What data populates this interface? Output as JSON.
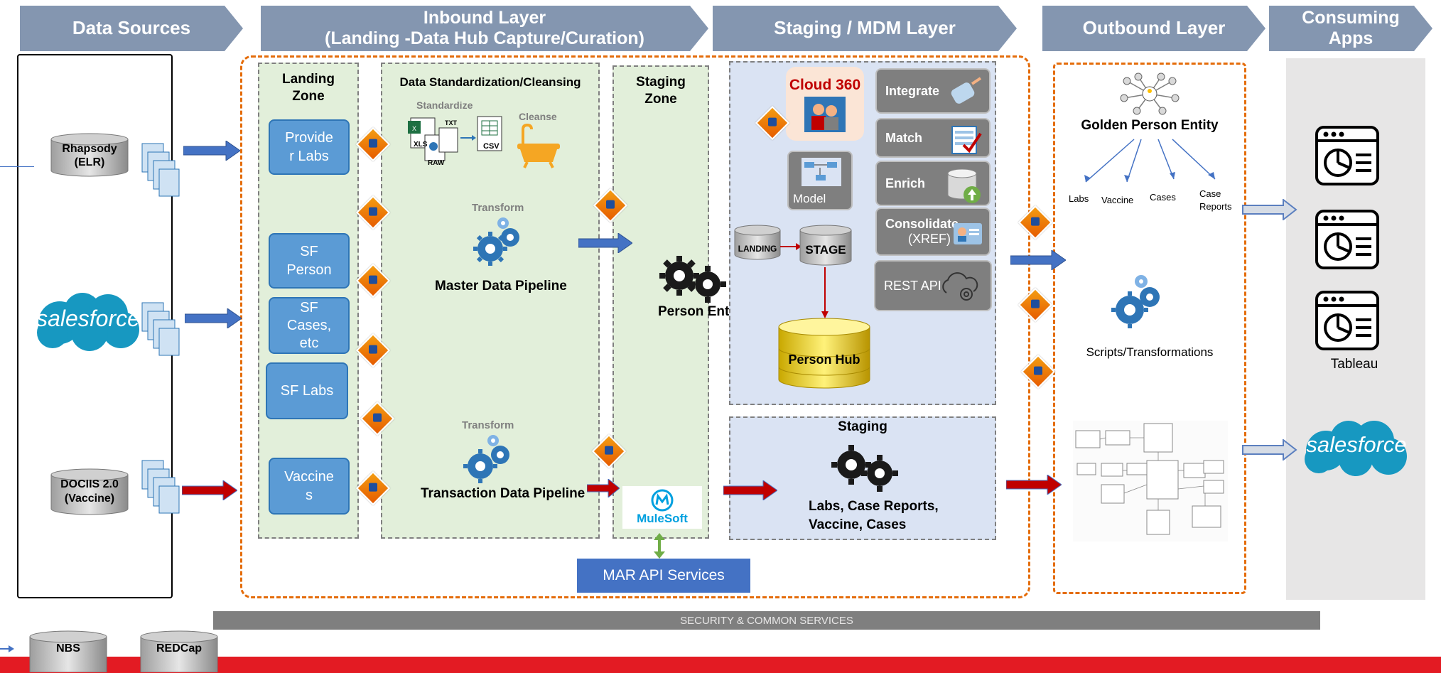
{
  "headers": {
    "data_sources": "Data Sources",
    "inbound_line1": "Inbound Layer",
    "inbound_line2": "(Landing -Data Hub Capture/Curation)",
    "staging_mdm": "Staging / MDM Layer",
    "outbound": "Outbound Layer",
    "consuming_line1": "Consuming",
    "consuming_line2": "Apps"
  },
  "sources": {
    "rhapsody_line1": "Rhapsody",
    "rhapsody_line2": "(ELR)",
    "salesforce": "salesforce",
    "dociis_line1": "DOCIIS 2.0",
    "dociis_line2": "(Vaccine)",
    "nbs": "NBS",
    "redcap": "REDCap"
  },
  "landing_zone": {
    "title_line1": "Landing",
    "title_line2": "Zone",
    "items": [
      "Provide\nr Labs",
      "SF\nPerson",
      "SF\nCases,\netc",
      "SF Labs",
      "Vaccine\ns"
    ]
  },
  "standardization": {
    "title": "Data Standardization/Cleansing",
    "standardize": "Standardize",
    "cleanse": "Cleanse",
    "file_xls": "XLS",
    "file_txt": "TXT",
    "file_raw": "RAW",
    "file_csv": "CSV",
    "transform1": "Transform",
    "master_pipeline": "Master Data Pipeline",
    "transform2": "Transform",
    "transaction_pipeline": "Transaction Data Pipeline"
  },
  "staging_zone": {
    "title_line1": "Staging",
    "title_line2": "Zone",
    "person_entity": "Person Entity"
  },
  "mdm": {
    "cloud360": "Cloud 360",
    "model": "Model",
    "integrate": "Integrate",
    "match": "Match",
    "enrich": "Enrich",
    "consolidate_line1": "Consolidate",
    "consolidate_line2": "(XREF)",
    "rest_api": "REST API",
    "landing": "LANDING",
    "stage": "STAGE",
    "person_hub": "Person Hub"
  },
  "staging_box": {
    "title": "Staging",
    "line1": "Labs, Case Reports,",
    "line2": "Vaccine, Cases"
  },
  "mulesoft": "MuleSoft",
  "mar_api": "MAR API Services",
  "security_bar": "SECURITY & COMMON SERVICES",
  "outbound": {
    "golden": "Golden Person Entity",
    "labs": "Labs",
    "vaccine": "Vaccine",
    "cases": "Cases",
    "case_reports_line1": "Case",
    "case_reports_line2": "Reports",
    "scripts": "Scripts/Transformations"
  },
  "consuming": {
    "tableau": "Tableau",
    "salesforce": "salesforce"
  },
  "colors": {
    "header": "#8496b0",
    "blue_arrow": "#4472c4",
    "red_arrow": "#c00000",
    "orange_dash": "#e46c0a",
    "landing_fill": "#e2efda",
    "mdm_fill": "#dae3f3",
    "bottom_bar": "#e31b23"
  }
}
